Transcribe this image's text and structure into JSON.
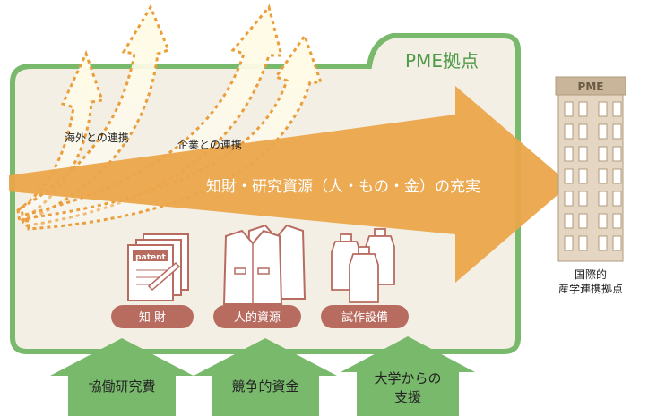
{
  "pme_base_title": "PME拠点",
  "central_arrow_text": "知財・研究資源（人・もの・金）の充実",
  "collab_overseas": "海外との連携",
  "collab_industry": "企業との連携",
  "building_sign": "PME",
  "building_caption_line1": "国際的",
  "building_caption_line2": "産学連携拠点",
  "resources": [
    {
      "label": "知 財",
      "icon": "patent-document-icon"
    },
    {
      "label": "人的資源",
      "icon": "lab-coat-icon"
    },
    {
      "label": "試作設備",
      "icon": "bottles-icon"
    }
  ],
  "patent_text": "patent",
  "funding": [
    {
      "line1": "協働研究費",
      "line2": ""
    },
    {
      "line1": "競争的資金",
      "line2": ""
    },
    {
      "line1": "大学からの",
      "line2": "支援"
    }
  ],
  "colors": {
    "green": "#79b96c",
    "base_fill": "#f3efe5",
    "orange": "#eba54b",
    "pill": "#b86c60",
    "building": "#e4d6c2",
    "dotted": "#eb9e3c"
  }
}
